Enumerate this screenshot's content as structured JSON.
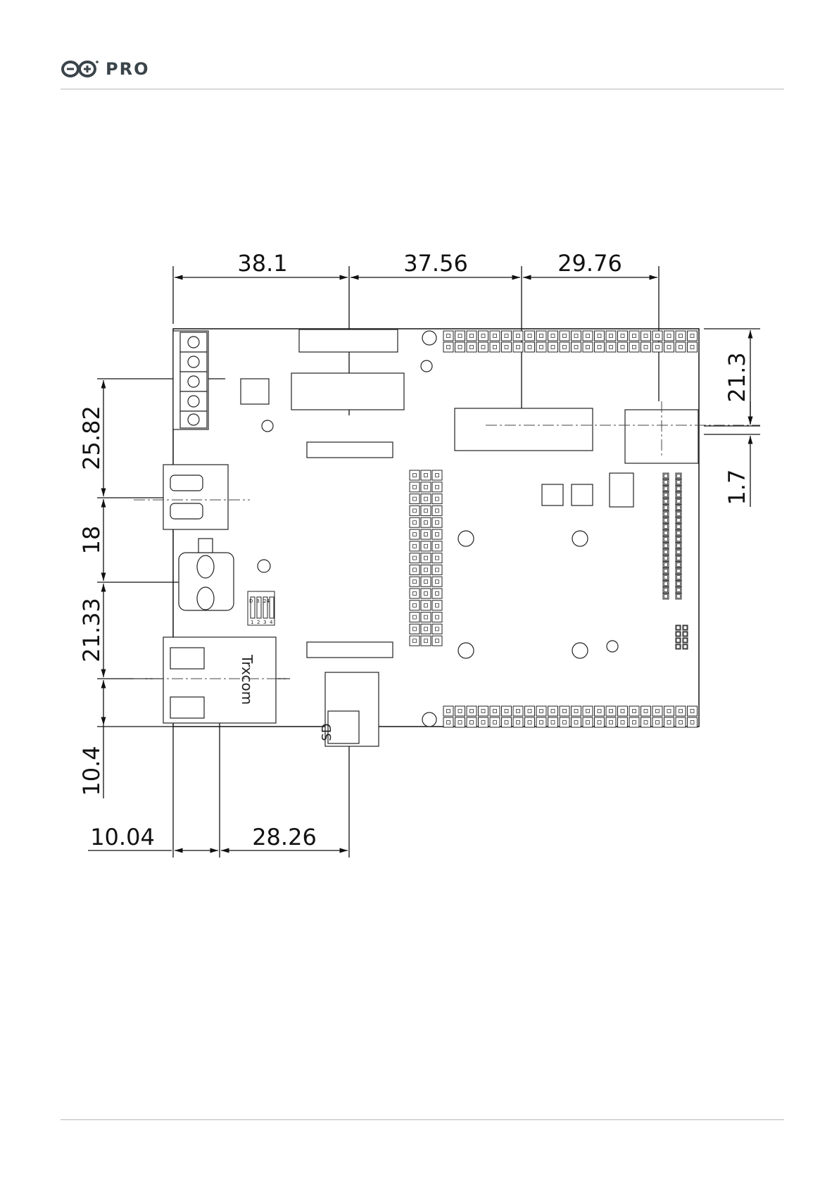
{
  "header": {
    "logo_text": "PRO",
    "logo_icon": "arduino-infinity-icon"
  },
  "drawing": {
    "top_dimensions": [
      "38.1",
      "37.56",
      "29.76"
    ],
    "left_dimensions": [
      "25.82",
      "18",
      "21.33",
      "10.4"
    ],
    "right_dimensions": [
      "21.3",
      "1.7"
    ],
    "bottom_dimensions": [
      "10.04",
      "28.26"
    ],
    "ethernet_label": "Trxcom",
    "sd_label": "SD",
    "dip_switch_labels": [
      "D",
      "B",
      "24"
    ],
    "dip_switch_numbers": [
      "1",
      "2",
      "3",
      "4"
    ]
  }
}
